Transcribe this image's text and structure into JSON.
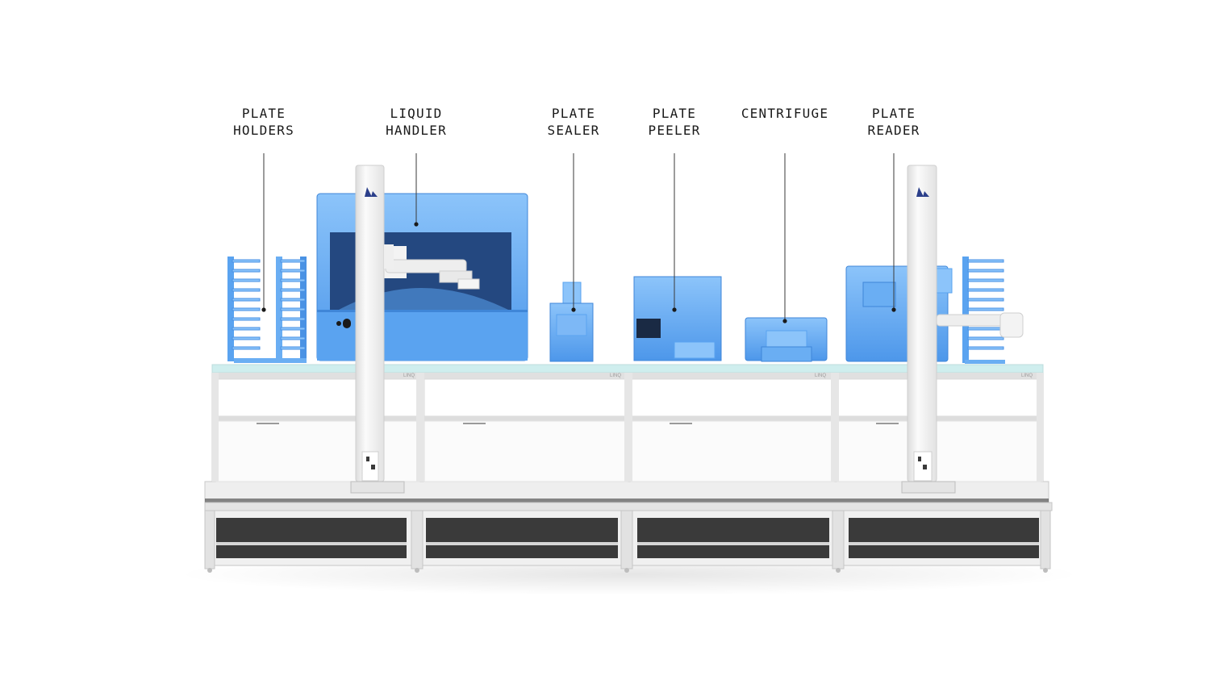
{
  "colors": {
    "device_blue": "#5aa3f0",
    "device_blue_light": "#8cc4fa",
    "device_blue_dark": "#3f86d8",
    "frame": "#e6e6e6",
    "frame_dark": "#bdbdbd",
    "worktop_accent": "#cfeeee",
    "robot_column": "#f4f4f4",
    "logo": "#2b3f8a",
    "label_text": "#1a1a1a"
  },
  "icons": {
    "robot_logo": "triangle-logo-icon"
  },
  "callouts": [
    {
      "id": "plate-holders",
      "lines": [
        "PLATE",
        "HOLDERS"
      ]
    },
    {
      "id": "liquid-handler",
      "lines": [
        "LIQUID",
        "HANDLER"
      ]
    },
    {
      "id": "plate-sealer",
      "lines": [
        "PLATE",
        "SEALER"
      ]
    },
    {
      "id": "plate-peeler",
      "lines": [
        "PLATE",
        "PEELER"
      ]
    },
    {
      "id": "centrifuge",
      "lines": [
        "CENTRIFUGE"
      ]
    },
    {
      "id": "plate-reader",
      "lines": [
        "PLATE",
        "READER"
      ]
    }
  ],
  "bench": {
    "module_brand": "LINQ",
    "module_count": 4
  }
}
